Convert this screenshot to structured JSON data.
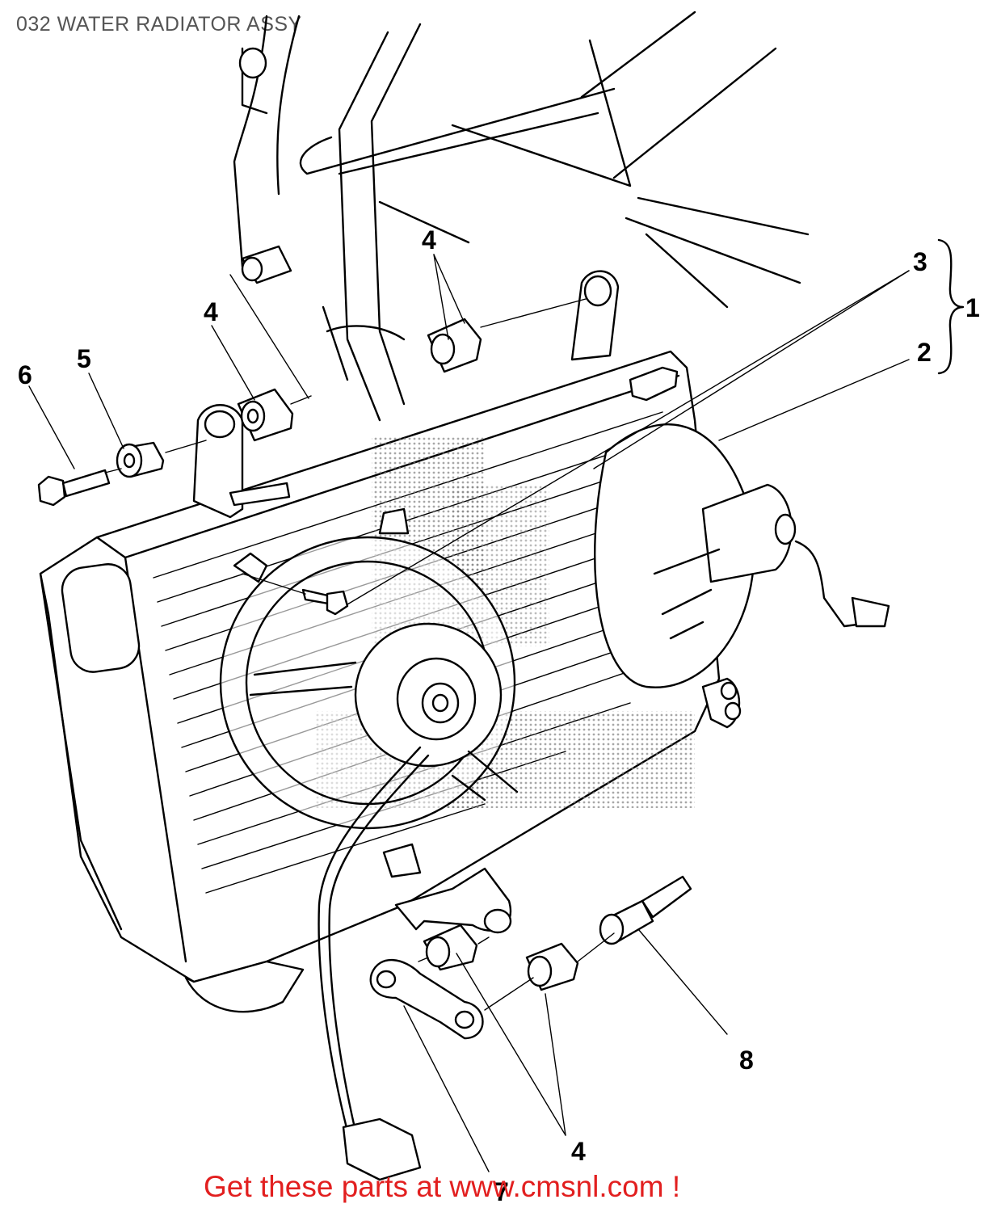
{
  "title": "032 WATER RADIATOR ASSY",
  "footer": "Get these parts at www.cmsnl.com !",
  "callouts": {
    "c1": "1",
    "c2": "2",
    "c3": "3",
    "c4a": "4",
    "c4b": "4",
    "c4c": "4",
    "c5": "5",
    "c6": "6",
    "c7": "7",
    "c8": "8"
  },
  "colors": {
    "footer_text": "#e21f1f",
    "title_text": "#555555",
    "line": "#000000"
  }
}
